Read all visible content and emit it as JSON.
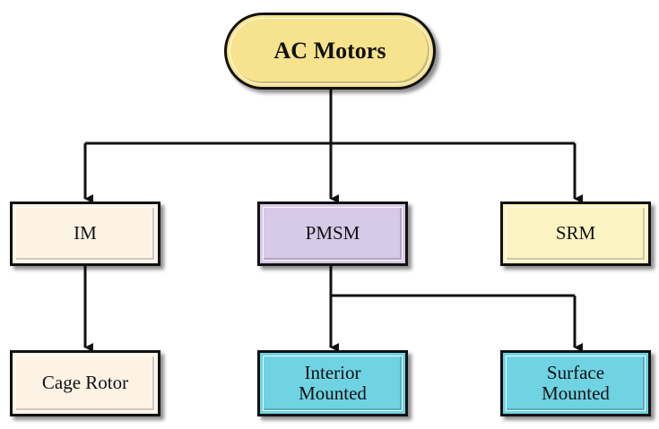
{
  "diagram": {
    "root": {
      "label": "AC Motors",
      "fill": "#f7e38e"
    },
    "level1": [
      {
        "id": "im",
        "label": "IM",
        "fill": "#fdf3e5"
      },
      {
        "id": "pmsm",
        "label": "PMSM",
        "fill": "#d7c9e8"
      },
      {
        "id": "srm",
        "label": "SRM",
        "fill": "#fbf3c2"
      }
    ],
    "level2": [
      {
        "id": "cage",
        "label": "Cage Rotor",
        "parent": "im",
        "fill": "#fdf3e5"
      },
      {
        "id": "interior",
        "label": "Interior\nMounted",
        "parent": "pmsm",
        "fill": "#6fd3e3"
      },
      {
        "id": "surface",
        "label": "Surface\nMounted",
        "parent": "pmsm",
        "fill": "#6fd3e3"
      }
    ],
    "colors": {
      "line": "#111111",
      "border": "#111111"
    }
  }
}
